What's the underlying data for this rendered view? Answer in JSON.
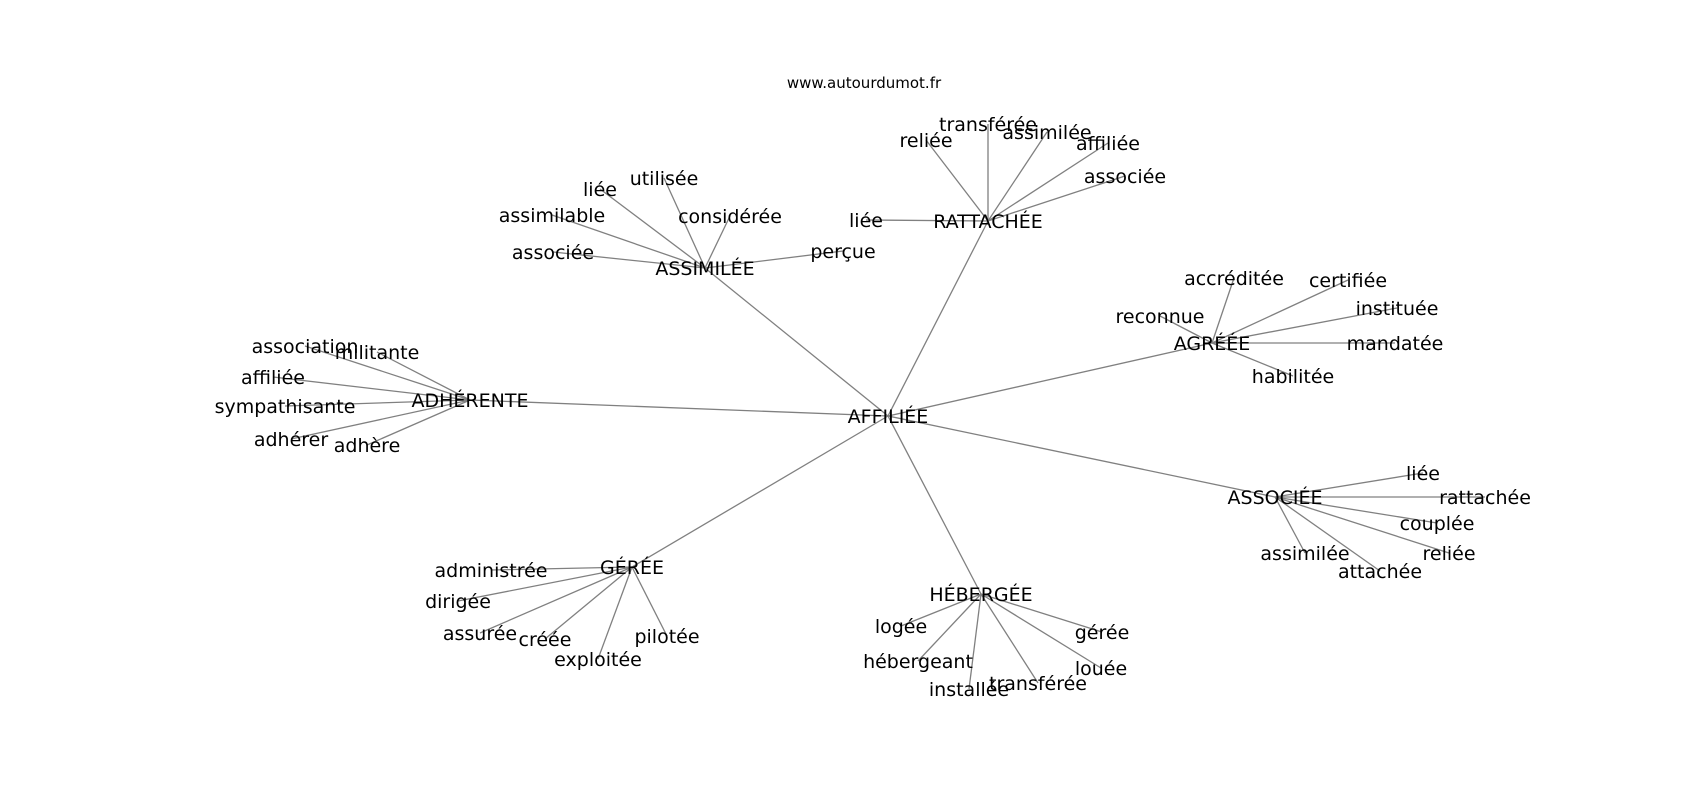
{
  "watermark": "www.autourdumot.fr",
  "graph": {
    "center": {
      "id": "affiliee",
      "label": "AFFILIÉE"
    },
    "hubs": [
      {
        "id": "assimilee",
        "label": "ASSIMILÉE",
        "leaves": [
          "liée",
          "utilisée",
          "assimilable",
          "considérée",
          "associée",
          "perçue"
        ]
      },
      {
        "id": "rattachee",
        "label": "RATTACHÉE",
        "leaves": [
          "transférée",
          "reliée",
          "assimilée",
          "affiliée",
          "associée",
          "liée"
        ]
      },
      {
        "id": "agreee",
        "label": "AGRÉÉE",
        "leaves": [
          "accréditée",
          "certifiée",
          "instituée",
          "reconnue",
          "mandatée",
          "habilitée"
        ]
      },
      {
        "id": "associee",
        "label": "ASSOCIÉE",
        "leaves": [
          "liée",
          "rattachée",
          "couplée",
          "reliée",
          "assimilée",
          "attachée"
        ]
      },
      {
        "id": "hebergee",
        "label": "HÉBERGÉE",
        "leaves": [
          "logée",
          "gérée",
          "hébergeant",
          "louée",
          "transférée",
          "installée"
        ]
      },
      {
        "id": "geree",
        "label": "GÉRÉE",
        "leaves": [
          "administrée",
          "dirigée",
          "assurée",
          "créée",
          "pilotée",
          "exploitée"
        ]
      },
      {
        "id": "adherente",
        "label": "ADHÉRENTE",
        "leaves": [
          "association",
          "militante",
          "affiliée",
          "sympathisante",
          "adhérer",
          "adhère"
        ]
      }
    ]
  },
  "colors": {
    "edge": "#808080",
    "text": "#000000",
    "background": "#ffffff"
  }
}
